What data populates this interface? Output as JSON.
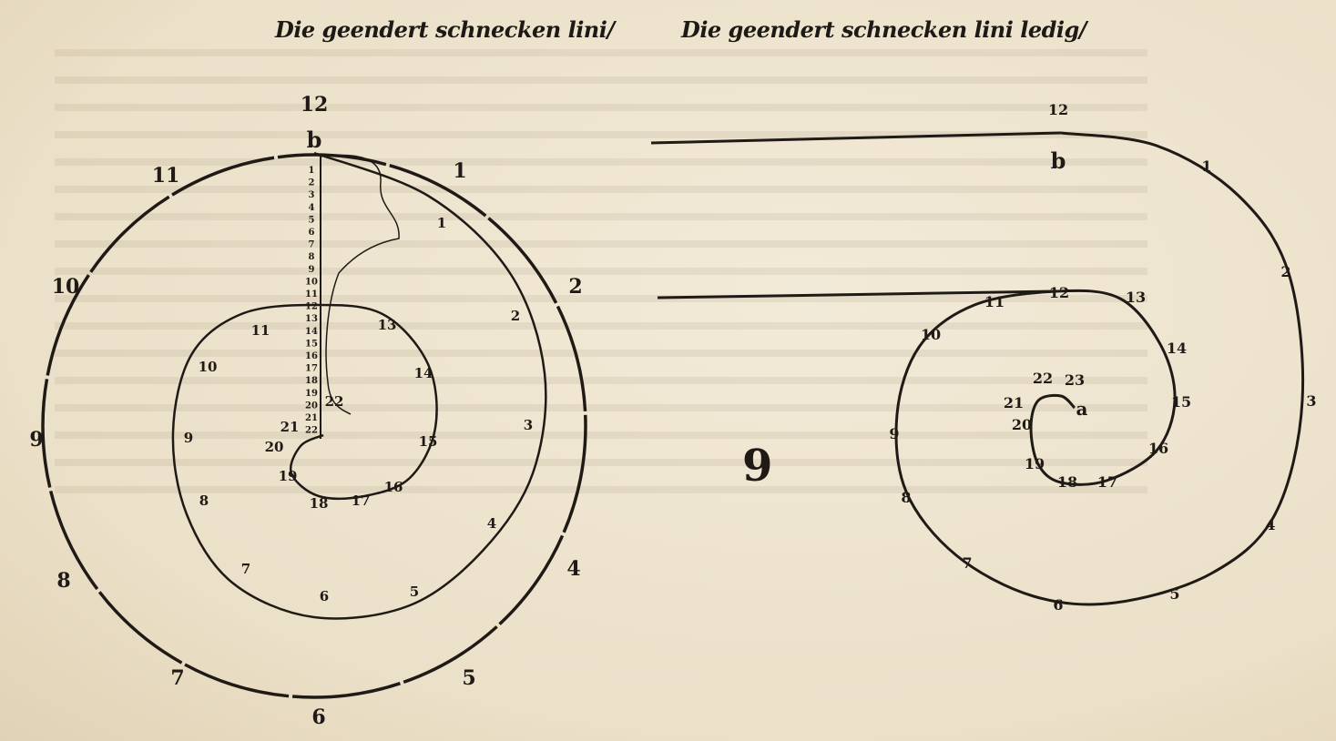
{
  "captions": {
    "left": "Die geendert schnecken lini/",
    "right": "Die geendert schnecken lini ledig/"
  },
  "colors": {
    "ink": "#1f1a15",
    "paper": "#efe5d0"
  },
  "left_figure": {
    "point_b": "b",
    "outer_labels": [
      "12",
      "1",
      "2",
      "4",
      "5",
      "6",
      "7",
      "8",
      "9",
      "10",
      "11"
    ],
    "spiral_labels": [
      "1",
      "2",
      "3",
      "4",
      "5",
      "6",
      "7",
      "8",
      "9",
      "10",
      "11",
      "13",
      "14",
      "15",
      "16",
      "17",
      "18",
      "19",
      "20",
      "21",
      "22"
    ],
    "scale_labels": [
      "1",
      "2",
      "3",
      "4",
      "5",
      "6",
      "7",
      "8",
      "9",
      "10",
      "11",
      "12",
      "13",
      "14",
      "15",
      "16",
      "17",
      "18",
      "19",
      "20",
      "21",
      "22"
    ]
  },
  "right_figure": {
    "point_b": "b",
    "center_a": "a",
    "spiral_labels": [
      "12",
      "1",
      "2",
      "3",
      "4",
      "5",
      "6",
      "7",
      "8",
      "9",
      "10",
      "11",
      "12",
      "13",
      "14",
      "15",
      "16",
      "17",
      "18",
      "19",
      "20",
      "21",
      "22",
      "23"
    ]
  },
  "signature_mark": "9"
}
